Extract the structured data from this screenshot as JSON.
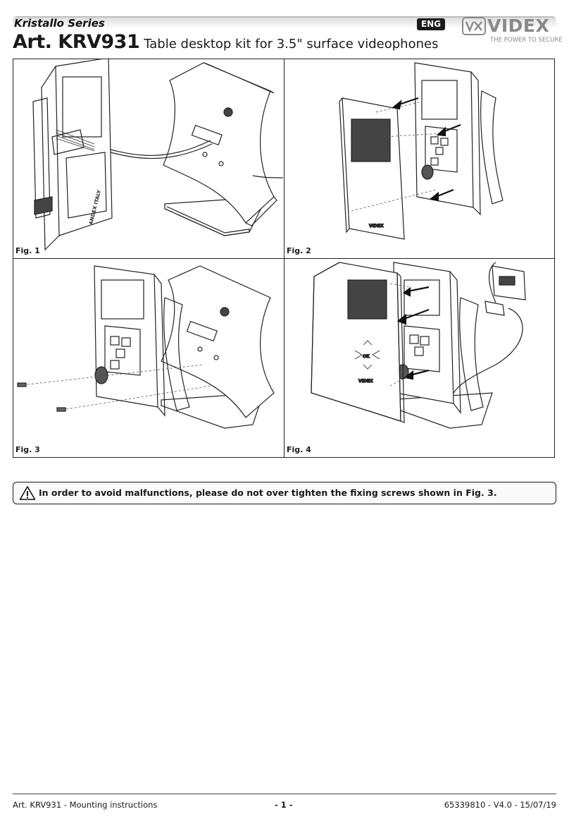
{
  "header": {
    "series": "Kristallo Series",
    "article_code": "Art. KRV931",
    "article_description": "Table desktop kit for 3.5\" surface videophones",
    "language_badge": "ENG",
    "logo": {
      "word": "VIDEX",
      "tagline": "THE POWER TO SECURE"
    }
  },
  "figures": [
    {
      "label": "Fig. 1",
      "device_print": "ANDEX ITALY"
    },
    {
      "label": "Fig. 2",
      "device_print": "VIDEX"
    },
    {
      "label": "Fig. 3"
    },
    {
      "label": "Fig. 4",
      "device_print": "VIDEX",
      "keys": [
        "OK"
      ]
    }
  ],
  "warning": {
    "icon": "warning-triangle-icon",
    "text": "In order to avoid malfunctions, please do not over tighten the fixing screws shown in Fig. 3."
  },
  "footer": {
    "left": "Art. KRV931 - Mounting instructions",
    "page": "- 1 -",
    "right": "65339810 - V4.0 - 15/07/19"
  }
}
